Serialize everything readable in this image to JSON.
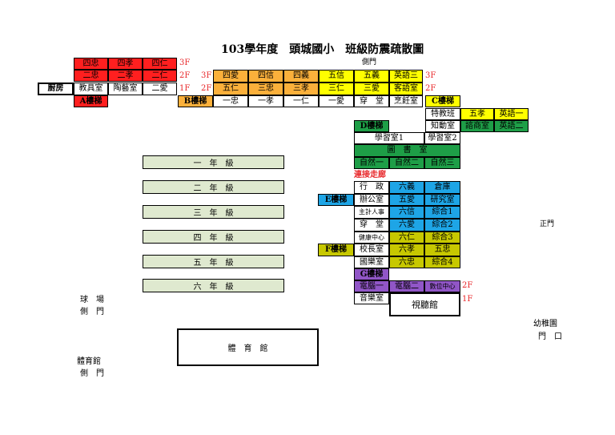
{
  "title": "103學年度　頭城國小　班級防震疏散圖",
  "labels": {
    "side_gate_top": "側門",
    "connect_corridor": "連接走廊",
    "main_gate": "正門",
    "field": "球　場",
    "field_gate": "側　門",
    "kindergarten": "幼稚園",
    "kindergarten_gate": "門　口",
    "gym_label": "體育館",
    "gym_gate": "側　門",
    "gym": "體　育　館",
    "auditorium": "視聽館",
    "library": "圖　書　室"
  },
  "floors": {
    "f1": "1F",
    "f2": "2F",
    "f3": "3F"
  },
  "stairs": {
    "a": "A樓梯",
    "b": "B樓梯",
    "c": "C樓梯",
    "d": "D樓梯",
    "e": "E樓梯",
    "f": "F樓梯",
    "g": "G樓梯"
  },
  "buildingA": {
    "row3": [
      "四忠",
      "四孝",
      "四仁"
    ],
    "row2": [
      "二忠",
      "二孝",
      "二仁"
    ],
    "row1": [
      "廚房",
      "教具室",
      "陶藝室",
      "二愛"
    ]
  },
  "buildingB": {
    "row3": [
      "四愛",
      "四信",
      "四義",
      "五信",
      "五義",
      "英語三"
    ],
    "row2": [
      "五仁",
      "三忠",
      "三孝",
      "三仁",
      "三愛",
      "客語室"
    ],
    "row1": [
      "一忠",
      "一孝",
      "一仁",
      "一愛",
      "穿　堂",
      "烹飪室"
    ]
  },
  "buildingC": {
    "special": "特教班",
    "row_a": [
      "五孝",
      "英語一"
    ],
    "knowledge": "知動室",
    "row_b": [
      "諮商室",
      "英語二"
    ]
  },
  "buildingD": {
    "rooms": [
      "學習室1",
      "學習室2"
    ],
    "science": [
      "自然一",
      "自然二",
      "自然三"
    ]
  },
  "buildingE": {
    "admin": "行　政",
    "office": "辦公室",
    "left": [
      "主計人事",
      "穿　堂",
      "健康中心",
      "校長室",
      "國樂室"
    ],
    "mid": [
      "六義",
      "五愛",
      "六信",
      "六愛",
      "六仁",
      "六孝",
      "六忠"
    ],
    "right": [
      "倉庫",
      "研究室",
      "綜合1",
      "綜合2",
      "綜合3",
      "五忠",
      "綜合4"
    ]
  },
  "buildingG": {
    "row": [
      "電腦一",
      "電腦二",
      "數位中心"
    ],
    "music": "音樂室"
  },
  "grades": [
    "一　年　級",
    "二　年　級",
    "三　年　級",
    "四　年　級",
    "五　年　級",
    "六　年　級"
  ],
  "colors": {
    "red": "#ff1f1f",
    "orange": "#fbb03b",
    "yellow": "#ffff00",
    "olive": "#c7c800",
    "green": "#1e9e47",
    "blue": "#1ea5e6",
    "purple": "#9156c7",
    "grade": "#dfe9cf",
    "floor_text": "#e8282b"
  }
}
